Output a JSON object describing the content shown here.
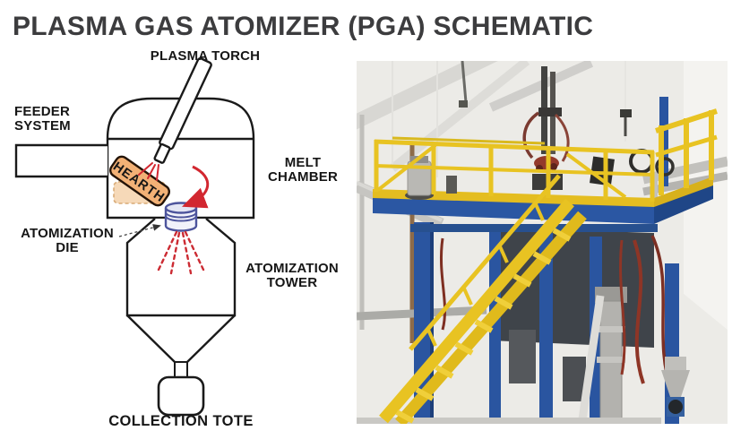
{
  "title": "PLASMA GAS ATOMIZER (PGA) SCHEMATIC",
  "schematic": {
    "labels": {
      "plasma_torch": "PLASMA TORCH",
      "feeder_system": "FEEDER\nSYSTEM",
      "melt_chamber": "MELT\nCHAMBER",
      "atomization_die": "ATOMIZATION\nDIE",
      "atomization_tower": "ATOMIZATION\nTOWER",
      "collection_tote": "COLLECTION TOTE",
      "hearth": "HEARTH"
    },
    "colors": {
      "outline": "#1a1a1a",
      "title_text": "#3c3c3e",
      "label_text": "#161616",
      "hearth_fill": "#f2b176",
      "hearth_shadow_fill": "#f6d9b8",
      "hearth_shadow_stroke": "#d8ab77",
      "die_stroke": "#4d549c",
      "die_fill": "#f1f2fa",
      "arrow_red": "#d22730",
      "spray_red": "#cc2b33"
    }
  },
  "photo": {
    "colors": {
      "wall_white": "#ecebe7",
      "structure_blue": "#2b57a3",
      "structure_blue_dark": "#1f4687",
      "railing_yellow": "#e8c322",
      "kickplate_yellow": "#e4bd20",
      "hose_red": "#8e3526",
      "steel_gray": "#b3b2ae",
      "mast_gray": "#434341"
    }
  }
}
